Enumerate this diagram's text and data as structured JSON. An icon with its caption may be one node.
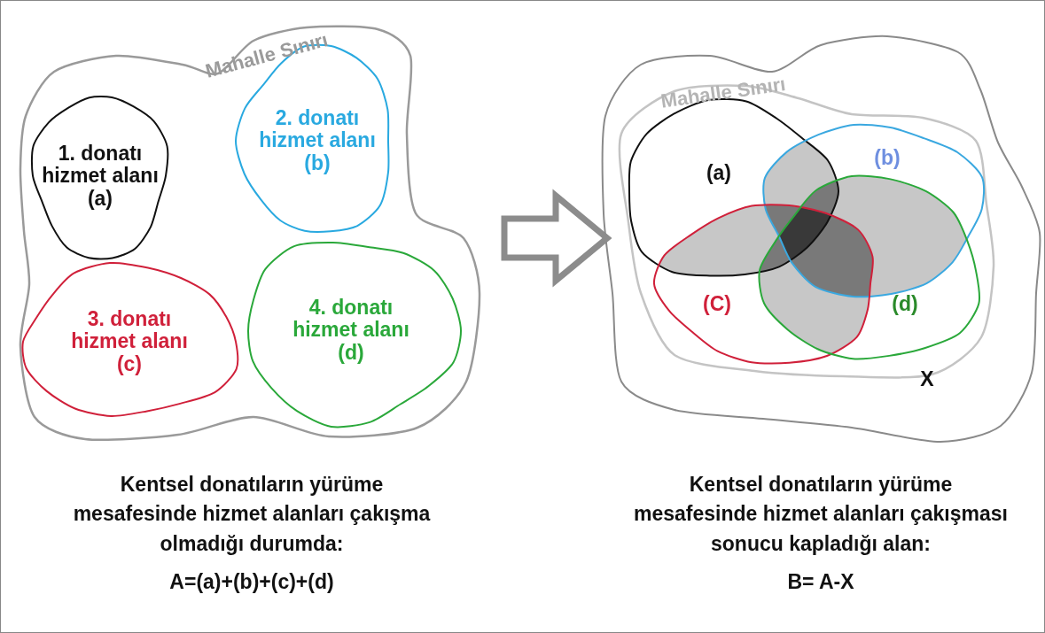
{
  "diagram": {
    "nodes": [
      {
        "text": [
          "Mahalle Sınırı"
        ]
      },
      {
        "text": [
          "1. donatı hizmet alanı (a)"
        ],
        "in": 0
      },
      {
        "text": [
          "2. donatı hizmet alanı (b)"
        ],
        "in": 0
      },
      {
        "text": [
          "3. donatı hizmet alanı (c)"
        ],
        "in": 0
      },
      {
        "text": [
          "4. donatı hizmet alanı (d)"
        ],
        "in": 0
      },
      {
        "text": [
          "X"
        ]
      },
      {
        "text": [
          "Mahalle Sınırı"
        ],
        "in": 5
      },
      {
        "text": [
          "(a)"
        ],
        "in": 6
      },
      {
        "text": [
          "(b)"
        ],
        "in": 6
      },
      {
        "text": [
          "(C)"
        ],
        "in": 6
      },
      {
        "text": [
          "(d)"
        ],
        "in": 6
      }
    ],
    "edges": [
      {
        "from": 0,
        "to": 5,
        "arrow": "to",
        "style": "thick"
      }
    ],
    "labels": [
      "Kentsel donatıların yürüme mesafesinde hizmet alanları çakışma olmadığı durumda:",
      "A=(a)+(b)+(c)+(d)",
      "Kentsel donatıların yürüme mesafesinde hizmet alanları çakışması sonucu kapladığı alan:",
      "B= A-X"
    ]
  }
}
